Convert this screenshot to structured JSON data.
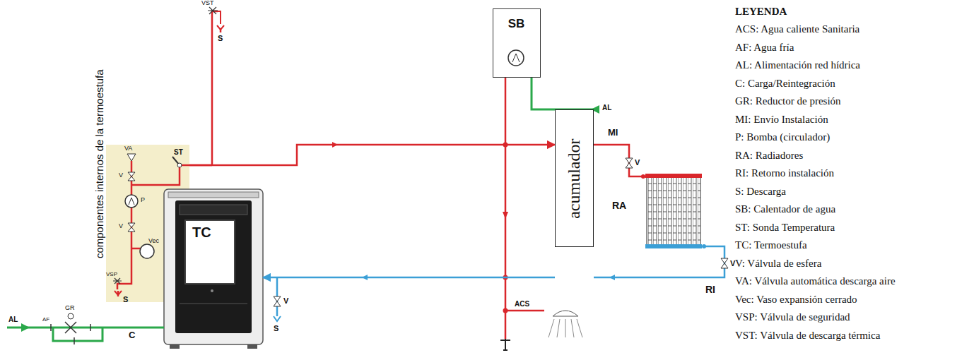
{
  "diagram": {
    "nodes": [
      {
        "text": [
          "componentes internos de la termoestufa"
        ]
      },
      {
        "text": [
          "TC"
        ]
      },
      {
        "text": [
          "SB"
        ]
      },
      {
        "text": [
          "acumulador"
        ]
      }
    ],
    "edges": [
      {
        "from": 0,
        "to": 3,
        "arrow": "to"
      },
      {
        "from": 3,
        "to": 1,
        "arrow": "to"
      }
    ],
    "labels": [
      "VST",
      "S",
      "VA",
      "ST",
      "V",
      "P",
      "V",
      "Vec",
      "VSP",
      "S",
      "AL",
      "AF",
      "GR",
      "C",
      "V",
      "S",
      "MI",
      "V",
      "RA",
      "V",
      "RI",
      "ACS",
      "AL",
      "LEYENDA"
    ],
    "legend": [
      {
        "text": "ACS: Agua caliente Sanitaria"
      },
      {
        "text": "AF: Agua fría"
      },
      {
        "text": "AL: Alimentación red hídrica"
      },
      {
        "text": "C: Carga/Reintegración"
      },
      {
        "text": "GR: Reductor de presión"
      },
      {
        "text": "MI: Envío Instalación"
      },
      {
        "text": "P: Bomba (circulador)"
      },
      {
        "text": "RA: Radiadores"
      },
      {
        "text": "RI: Retorno instalación"
      },
      {
        "text": "S: Descarga"
      },
      {
        "text": "SB: Calentador de agua"
      },
      {
        "text": "ST: Sonda Temperatura"
      },
      {
        "text": "TC: Termoestufa"
      },
      {
        "text": "V: Válvula de esfera"
      },
      {
        "text": "VA: Válvula automática descarga aire"
      },
      {
        "text": "Vec: Vaso expansión cerrado"
      },
      {
        "text": "VSP: Válvula de seguridad"
      },
      {
        "text": "VST: Válvula de descarga térmica"
      }
    ]
  }
}
